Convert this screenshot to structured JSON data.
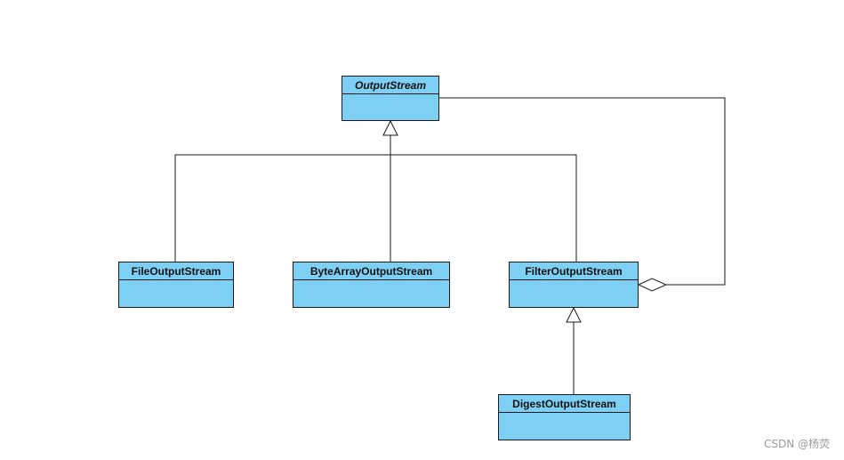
{
  "diagram": {
    "classes": {
      "outputstream": "OutputStream",
      "fileoutputstream": "FileOutputStream",
      "bytearrayoutputstream": "ByteArrayOutputStream",
      "filteroutputstream": "FilterOutputStream",
      "digestoutputstream": "DigestOutputStream"
    },
    "colors": {
      "class_fill": "#7ecff4",
      "line": "#1a1a1a"
    }
  },
  "watermark": "CSDN @杨荧"
}
